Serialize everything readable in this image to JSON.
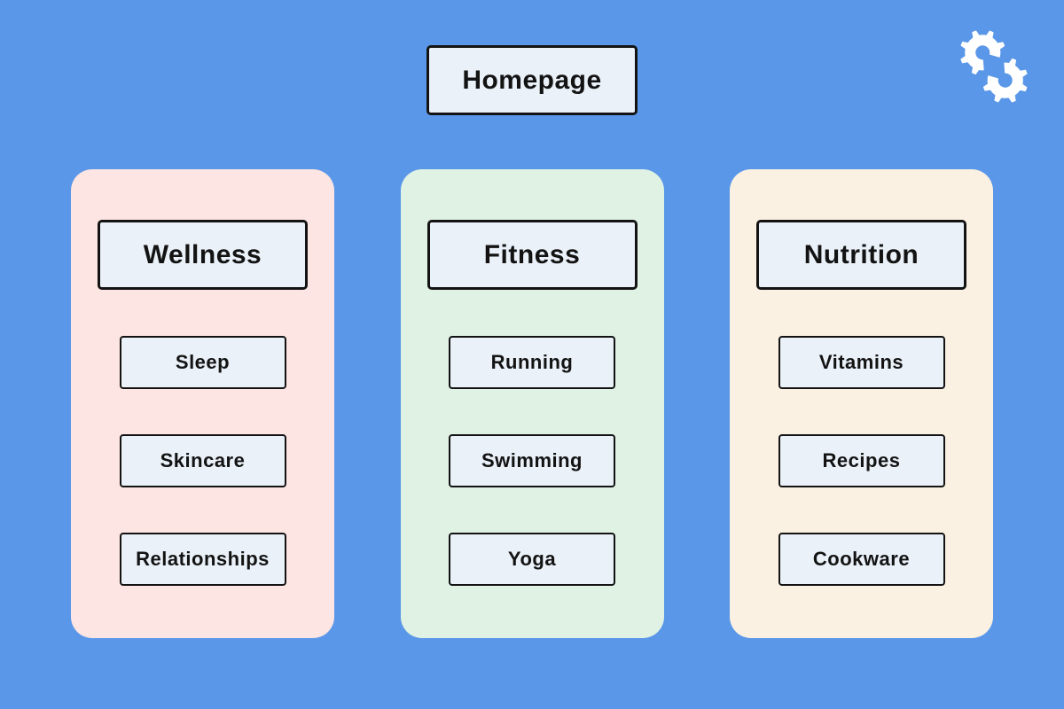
{
  "page": {
    "background_color": "#5B97E8",
    "node_fill": "#EAF1F8",
    "node_border": "#131313",
    "logo_color": "#FFFFFF"
  },
  "root": {
    "label": "Homepage"
  },
  "logo": {
    "icon": "interlocking-gears"
  },
  "columns": [
    {
      "title": "Wellness",
      "color": "#FCE5E2",
      "items": [
        "Sleep",
        "Skincare",
        "Relationships"
      ]
    },
    {
      "title": "Fitness",
      "color": "#DFF2E4",
      "items": [
        "Running",
        "Swimming",
        "Yoga"
      ]
    },
    {
      "title": "Nutrition",
      "color": "#FAF1E2",
      "items": [
        "Vitamins",
        "Recipes",
        "Cookware"
      ]
    }
  ]
}
